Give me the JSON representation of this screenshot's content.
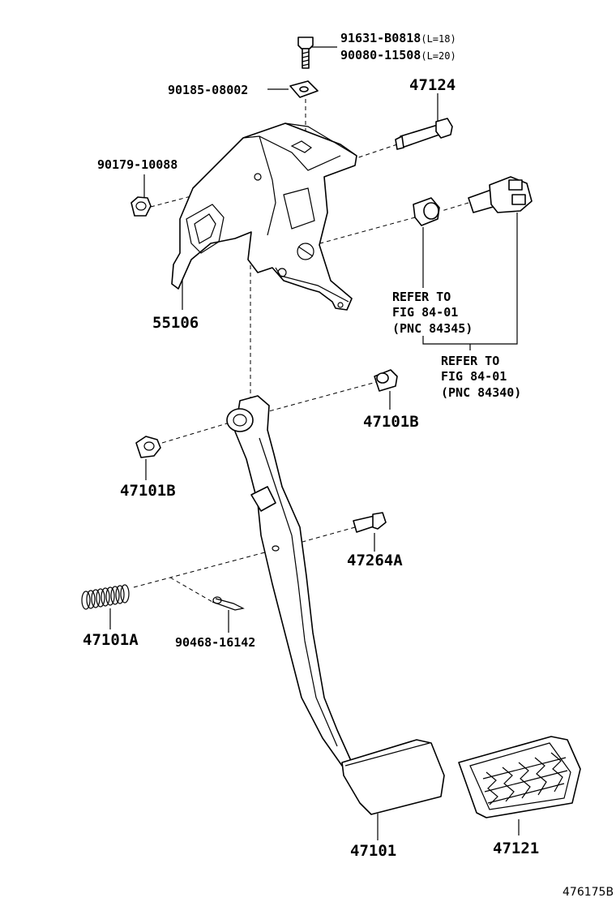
{
  "parts": {
    "bolt_a": "91631-B0818",
    "bolt_a_len": "(L=18)",
    "bolt_b": "90080-11508",
    "bolt_b_len": "(L=20)",
    "nut_plate": "90185-08002",
    "pin": "47124",
    "nut": "90179-10088",
    "support": "55106",
    "bushing_upper": "47101B",
    "bushing_lower": "47101B",
    "clevis_pin": "47264A",
    "spring": "47101A",
    "clip": "90468-16142",
    "pedal": "47101",
    "pad": "47121"
  },
  "refs": {
    "ref1": {
      "line1": "REFER TO",
      "line2": "FIG 84-01",
      "line3": "(PNC 84345)"
    },
    "ref2": {
      "line1": "REFER TO",
      "line2": "FIG 84-01",
      "line3": "(PNC 84340)"
    }
  },
  "figure_id": "476175B"
}
